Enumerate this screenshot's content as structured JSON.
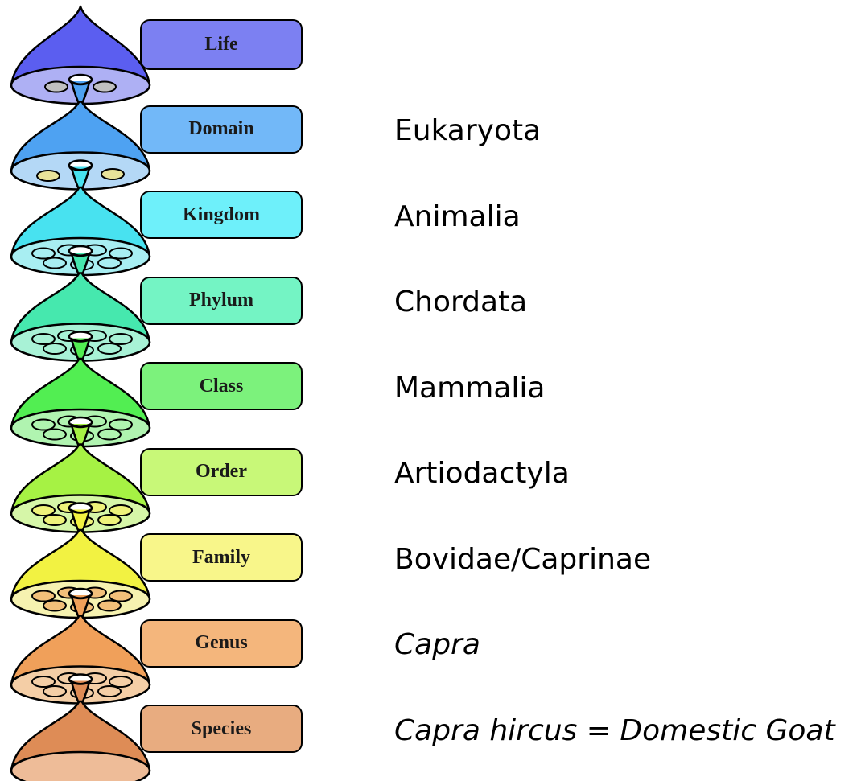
{
  "ranks": [
    {
      "label": "Life",
      "taxon": "",
      "italic": false,
      "bell": "#5b5ef0",
      "box": "#7c80f2",
      "rim": "#aeb0f4",
      "holes": "#c0c0c0",
      "hole_count": 2
    },
    {
      "label": "Domain",
      "taxon": "Eukaryota",
      "italic": false,
      "bell": "#4ea2f2",
      "box": "#72b8f8",
      "rim": "#b4d8f6",
      "holes": "#e8e39a",
      "hole_count": 3
    },
    {
      "label": "Kingdom",
      "taxon": "Animalia",
      "italic": false,
      "bell": "#48e2f0",
      "box": "#6ef0fa",
      "rim": "#a8eef2",
      "holes": "#a8eef2",
      "hole_count": 7
    },
    {
      "label": "Phylum",
      "taxon": "Chordata",
      "italic": false,
      "bell": "#46e8ae",
      "box": "#74f4c4",
      "rim": "#a8f2d6",
      "holes": "#a8f2d6",
      "hole_count": 7
    },
    {
      "label": "Class",
      "taxon": "Mammalia",
      "italic": false,
      "bell": "#52ee52",
      "box": "#7cf27c",
      "rim": "#b0f4b0",
      "holes": "#b0f4b0",
      "hole_count": 7
    },
    {
      "label": "Order",
      "taxon": "Artiodactyla",
      "italic": false,
      "bell": "#a6f244",
      "box": "#c8f878",
      "rim": "#d6f6a8",
      "holes": "#eef27a",
      "hole_count": 7
    },
    {
      "label": "Family",
      "taxon": "Bovidae/Caprinae",
      "italic": false,
      "bell": "#f2f242",
      "box": "#f8f68a",
      "rim": "#f6f2b0",
      "holes": "#f2bf7a",
      "hole_count": 7
    },
    {
      "label": "Genus",
      "taxon": "Capra",
      "italic": true,
      "bell": "#f0a05a",
      "box": "#f4b67c",
      "rim": "#f4cea6",
      "holes": "#f4cea6",
      "hole_count": 7
    },
    {
      "label": "Species",
      "taxon": "Capra hircus = Domestic Goat",
      "italic": true,
      "bell": "#de8c56",
      "box": "#e8ac80",
      "rim": "#eebc98",
      "holes": "#eebc98",
      "hole_count": 0
    }
  ]
}
